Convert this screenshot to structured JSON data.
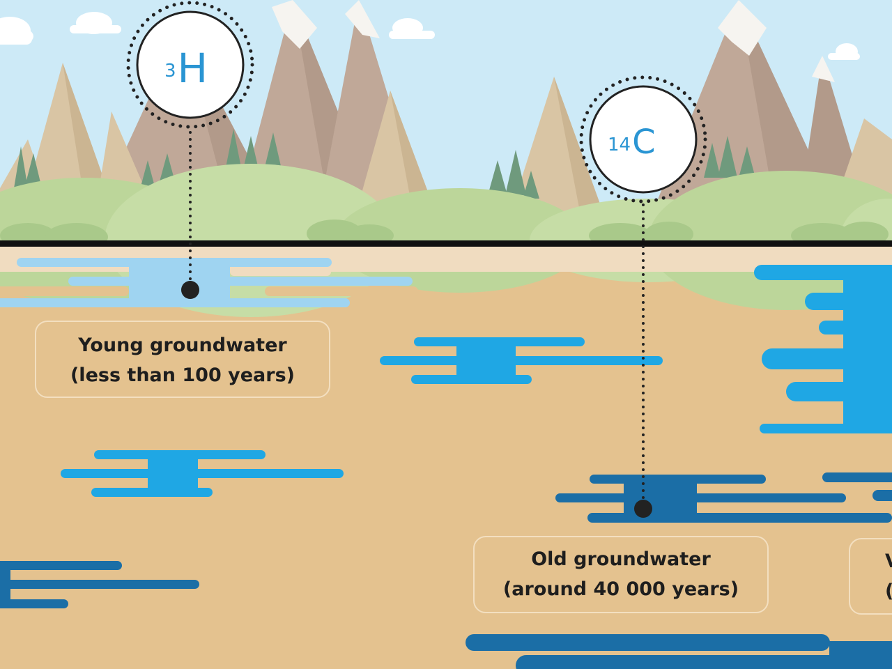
{
  "isotopes": {
    "tritium": {
      "mass_number": "3",
      "symbol": "H"
    },
    "carbon14": {
      "mass_number": "14",
      "symbol": "C"
    }
  },
  "labels": {
    "young": {
      "line1": "Young groundwater",
      "line2": "(less than 100 years)"
    },
    "old": {
      "line1": "Old groundwater",
      "line2": "(around 40 000 years)"
    },
    "cut_off": {
      "line1": "V",
      "line2": "("
    }
  },
  "colors": {
    "sky": "#cdeaf7",
    "soil": "#e4c28f",
    "topsoil": "#f0dcc0",
    "young_water": "#9fd4f1",
    "mid_water": "#1fa7e4",
    "old_water": "#1b6ea6",
    "isotope_text": "#2a95d3",
    "ground_line": "#111111"
  },
  "icons": [
    "tritium-isotope-icon",
    "carbon14-isotope-icon",
    "sample-point-icon"
  ]
}
